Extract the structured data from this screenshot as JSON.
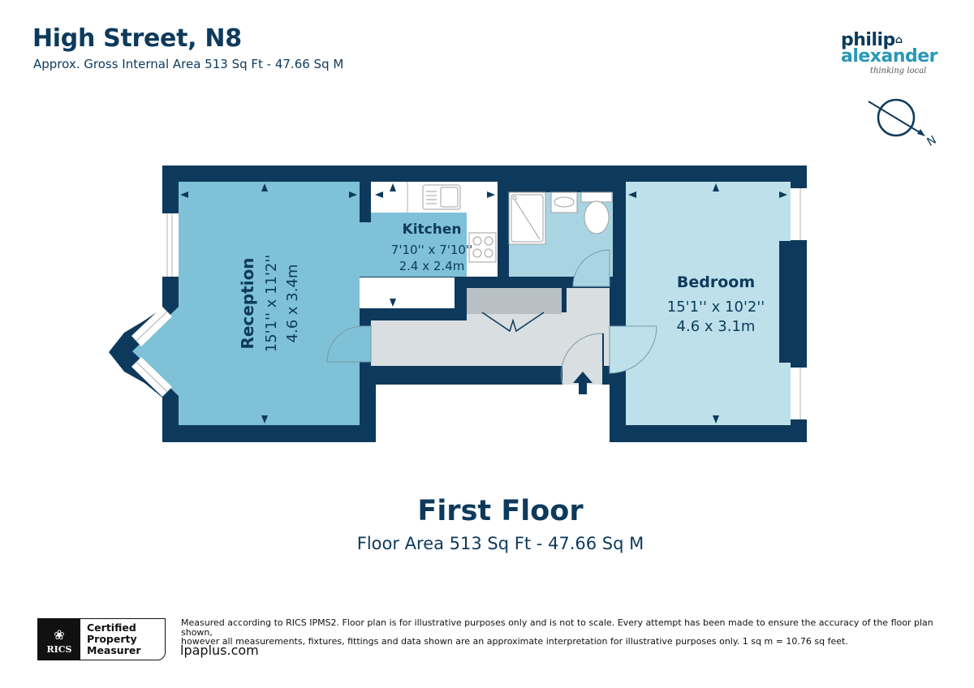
{
  "header": {
    "title": "High Street, N8",
    "subtitle": "Approx. Gross Internal Area 513 Sq Ft - 47.66 Sq M"
  },
  "logo": {
    "line1": "philip",
    "line2": "alexander",
    "tagline": "thinking local"
  },
  "compass": {
    "label": "N"
  },
  "rooms": {
    "reception": {
      "name": "Reception",
      "imperial": "15'1'' x 11'2''",
      "metric": "4.6 x 3.4m"
    },
    "kitchen": {
      "name": "Kitchen",
      "imperial": "7'10'' x 7'10''",
      "metric": "2.4 x 2.4m"
    },
    "bedroom": {
      "name": "Bedroom",
      "imperial": "15'1'' x 10'2''",
      "metric": "4.6 x 3.1m"
    }
  },
  "floor": {
    "title": "First Floor",
    "area": "Floor Area 513 Sq Ft - 47.66 Sq M"
  },
  "footer": {
    "rics_badge": "RICS",
    "cert_line1": "Certified",
    "cert_line2": "Property",
    "cert_line3": "Measurer",
    "disclaimer_line1": "Measured according to RICS IPMS2. Floor plan is for illustrative purposes only and is not to scale. Every attempt has been made to ensure the accuracy of the floor plan shown,",
    "disclaimer_line2": "however all measurements, fixtures, fittings and data shown are an approximate interpretation for illustrative purposes only. 1 sq m = 10.76 sq feet.",
    "website": "lpaplus.com"
  },
  "colors": {
    "wall": "#0d3a5c",
    "reception_fill": "#7fc1d6",
    "kitchen_fill": "#7fc1d6",
    "bathroom_fill": "#a9d5e3",
    "bedroom_fill": "#bde0ea",
    "hall_fill": "#d9dee1",
    "cupboard_fill": "#b8c0c5"
  }
}
